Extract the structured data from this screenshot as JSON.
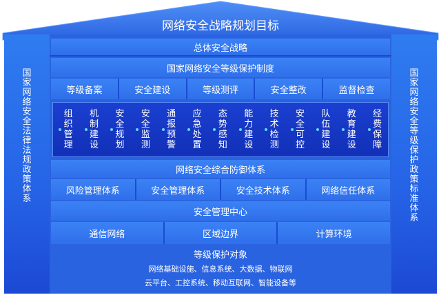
{
  "roof": {
    "title": "网络安全战略规划目标"
  },
  "pillars": {
    "left": "国家网络安全法律法规政策体系",
    "right": "国家网络安全等级保护政策标准体系"
  },
  "rows": {
    "strategy": "总体安全战略",
    "system": "国家网络安全等级保护制度",
    "stages": [
      "等级备案",
      "安全建设",
      "等级测评",
      "安全整改",
      "监督检查"
    ],
    "functions": [
      "组织管理",
      "机制建设",
      "安全规划",
      "安全监测",
      "通报预警",
      "应急处置",
      "态势感知",
      "能力建设",
      "技术检测",
      "安全可控",
      "队伍建设",
      "教育建设",
      "经费保障"
    ],
    "defense": "网络安全综合防御体系",
    "defense_systems": [
      "风险管理体系",
      "安全管理体系",
      "安全技术体系",
      "网络信任体系"
    ],
    "center": "安全管理中心",
    "infra": [
      "通信网络",
      "区域边界",
      "计算环境"
    ],
    "target_title": "等级保护对象",
    "target_line1": "网络基础设施、信息系统、大数据、物联网",
    "target_line2": "云平台、工控系统、移动互联网、智能设备等"
  },
  "colors": {
    "primary": "#2a63e0",
    "dark_band": "#1230b8",
    "dot": "#5fd9ff"
  }
}
